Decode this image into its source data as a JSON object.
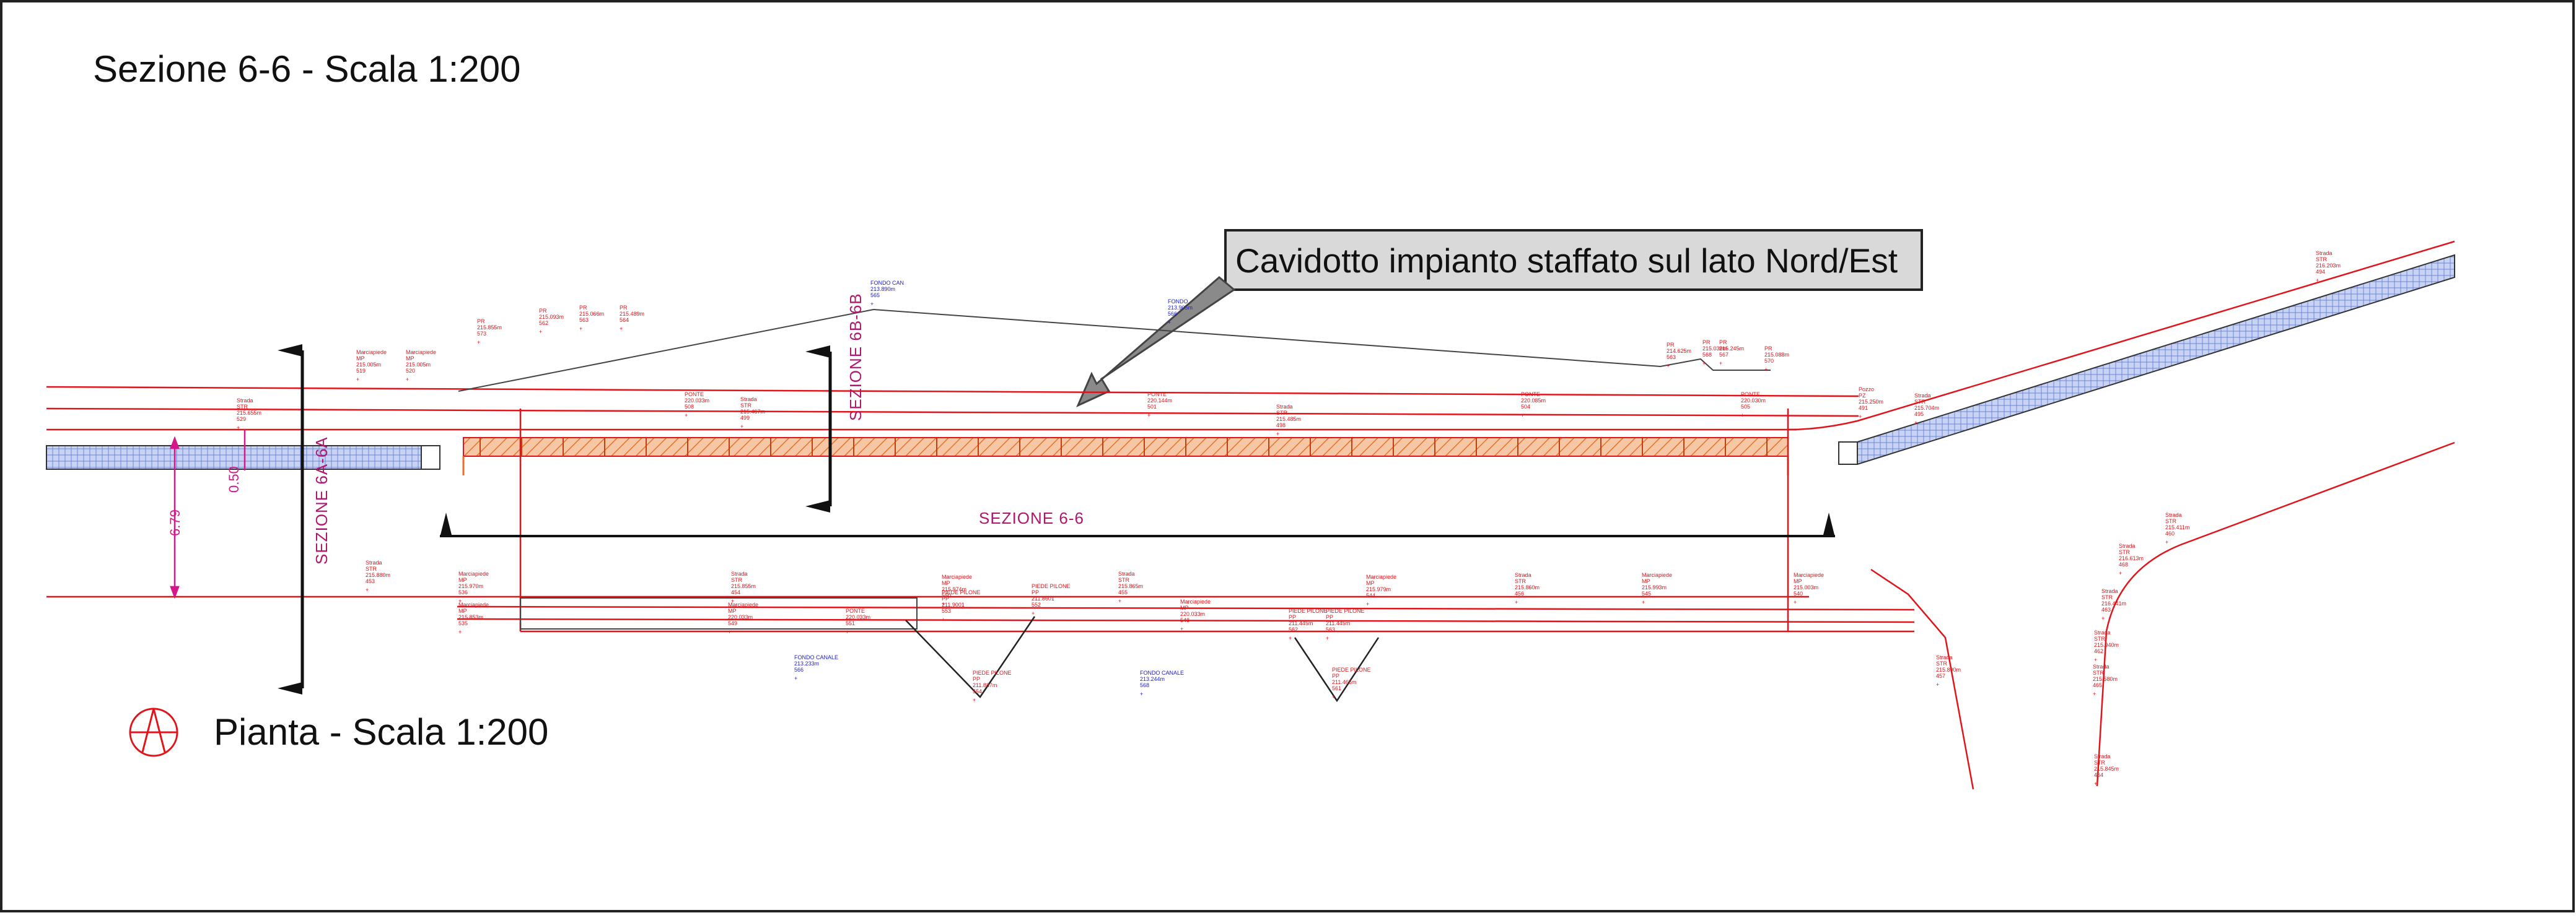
{
  "titles": {
    "section": "Sezione 6-6 - Scala 1:200",
    "plan": "Pianta - Scala 1:200"
  },
  "callout": {
    "text": "Cavidotto impianto staffato sul lato Nord/Est"
  },
  "section_labels": {
    "main": "SEZIONE 6-6",
    "left": "SEZIONE 6A-6A",
    "middle": "SEZIONE 6B-6B"
  },
  "dimensions": {
    "width": "6.79",
    "offset": "0.50"
  },
  "survey_points": {
    "upper": [
      {
        "l1": "Marciapiede",
        "l2": "MP",
        "l3": "215.005m",
        "l4": "519"
      },
      {
        "l1": "Marciapiede",
        "l2": "MP",
        "l3": "215.005m",
        "l4": "520"
      },
      {
        "l1": "Strada",
        "l2": "STR",
        "l3": "215.655m",
        "l4": "529"
      },
      {
        "l1": "PR",
        "l2": "215.855m",
        "l3": "573",
        "l4": ""
      },
      {
        "l1": "PR",
        "l2": "215.093m",
        "l3": "562",
        "l4": ""
      },
      {
        "l1": "PR",
        "l2": "215.066m",
        "l3": "563",
        "l4": ""
      },
      {
        "l1": "PR",
        "l2": "215.489m",
        "l3": "564",
        "l4": ""
      },
      {
        "l1": "PONTE",
        "l2": "220.033m",
        "l3": "508",
        "l4": ""
      },
      {
        "l1": "Strada",
        "l2": "STR",
        "l3": "215.467m",
        "l4": "499"
      },
      {
        "l1": "PONTE",
        "l2": "220.144m",
        "l3": "501",
        "l4": ""
      },
      {
        "l1": "Strada",
        "l2": "STR",
        "l3": "215.485m",
        "l4": "498"
      },
      {
        "l1": "PONTE",
        "l2": "220.085m",
        "l3": "504",
        "l4": ""
      },
      {
        "l1": "PR",
        "l2": "214.625m",
        "l3": "563",
        "l4": ""
      },
      {
        "l1": "PR",
        "l2": "215.030m",
        "l3": "568",
        "l4": ""
      },
      {
        "l1": "PR",
        "l2": "215.245m",
        "l3": "567",
        "l4": ""
      },
      {
        "l1": "PR",
        "l2": "215.088m",
        "l3": "570",
        "l4": ""
      },
      {
        "l1": "PONTE",
        "l2": "220.030m",
        "l3": "505",
        "l4": ""
      },
      {
        "l1": "Pozzo",
        "l2": "PZ",
        "l3": "215.250m",
        "l4": "491"
      },
      {
        "l1": "Strada",
        "l2": "STR",
        "l3": "215.704m",
        "l4": "495"
      },
      {
        "l1": "Strada",
        "l2": "STR",
        "l3": "216.203m",
        "l4": "494"
      }
    ],
    "lower": [
      {
        "l1": "Strada",
        "l2": "STR",
        "l3": "215.880m",
        "l4": "453"
      },
      {
        "l1": "Marciapiede",
        "l2": "MP",
        "l3": "215.970m",
        "l4": "536"
      },
      {
        "l1": "Marciapiede",
        "l2": "MP",
        "l3": "215.853m",
        "l4": "535"
      },
      {
        "l1": "Strada",
        "l2": "STR",
        "l3": "215.855m",
        "l4": "454"
      },
      {
        "l1": "Marciapiede",
        "l2": "MP",
        "l3": "220.033m",
        "l4": "549"
      },
      {
        "l1": "PONTE",
        "l2": "220.033m",
        "l3": "551",
        "l4": ""
      },
      {
        "l1": "Marciapiede",
        "l2": "MP",
        "l3": "215.974m",
        "l4": "550"
      },
      {
        "l1": "PIEDE PILONE",
        "l2": "PP",
        "l3": "211.8601",
        "l4": "552"
      },
      {
        "l1": "PIEDE PILONE",
        "l2": "PP",
        "l3": "211.9001",
        "l4": "553"
      },
      {
        "l1": "Strada",
        "l2": "STR",
        "l3": "215.865m",
        "l4": "455"
      },
      {
        "l1": "Marciapiede",
        "l2": "MP",
        "l3": "220.033m",
        "l4": "548"
      },
      {
        "l1": "PIEDE PILONE",
        "l2": "PP",
        "l3": "211.887m",
        "l4": "554"
      },
      {
        "l1": "PIEDE PILONE",
        "l2": "PP",
        "l3": "211.445m",
        "l4": "562"
      },
      {
        "l1": "Marciapiede",
        "l2": "MP",
        "l3": "215.979m",
        "l4": "544"
      },
      {
        "l1": "PIEDE PILONE",
        "l2": "PP",
        "l3": "211.445m",
        "l4": "563"
      },
      {
        "l1": "PIEDE PILONE",
        "l2": "PP",
        "l3": "211.465m",
        "l4": "561"
      },
      {
        "l1": "Strada",
        "l2": "STR",
        "l3": "215.860m",
        "l4": "456"
      },
      {
        "l1": "Marciapiede",
        "l2": "MP",
        "l3": "215.993m",
        "l4": "545"
      },
      {
        "l1": "Marciapiede",
        "l2": "MP",
        "l3": "215.003m",
        "l4": "540"
      },
      {
        "l1": "Strada",
        "l2": "STR",
        "l3": "215.890m",
        "l4": "457"
      },
      {
        "l1": "Strada",
        "l2": "STR",
        "l3": "215.411m",
        "l4": "460"
      },
      {
        "l1": "Strada",
        "l2": "STR",
        "l3": "216.613m",
        "l4": "468"
      },
      {
        "l1": "Strada",
        "l2": "STR",
        "l3": "216.441m",
        "l4": "463"
      },
      {
        "l1": "Strada",
        "l2": "STR",
        "l3": "215.940m",
        "l4": "462"
      },
      {
        "l1": "Strada",
        "l2": "STR",
        "l3": "215.580m",
        "l4": "465"
      },
      {
        "l1": "Strada",
        "l2": "STR",
        "l3": "215.845m",
        "l4": "464"
      }
    ],
    "blue": [
      {
        "l1": "FONDO CAN",
        "l2": "213.890m",
        "l3": "565"
      },
      {
        "l1": "FONDO",
        "l2": "213.905m",
        "l3": "566"
      },
      {
        "l1": "FONDO CANALE",
        "l2": "213.233m",
        "l3": "566"
      },
      {
        "l1": "FONDO CANALE",
        "l2": "213.244m",
        "l3": "568"
      }
    ]
  },
  "colors": {
    "red": "#e0141a",
    "blue": "#1c1ccf",
    "magenta": "#d6178a",
    "pipe_fill": "#bcc8ee",
    "hatch": "#e8702a"
  }
}
